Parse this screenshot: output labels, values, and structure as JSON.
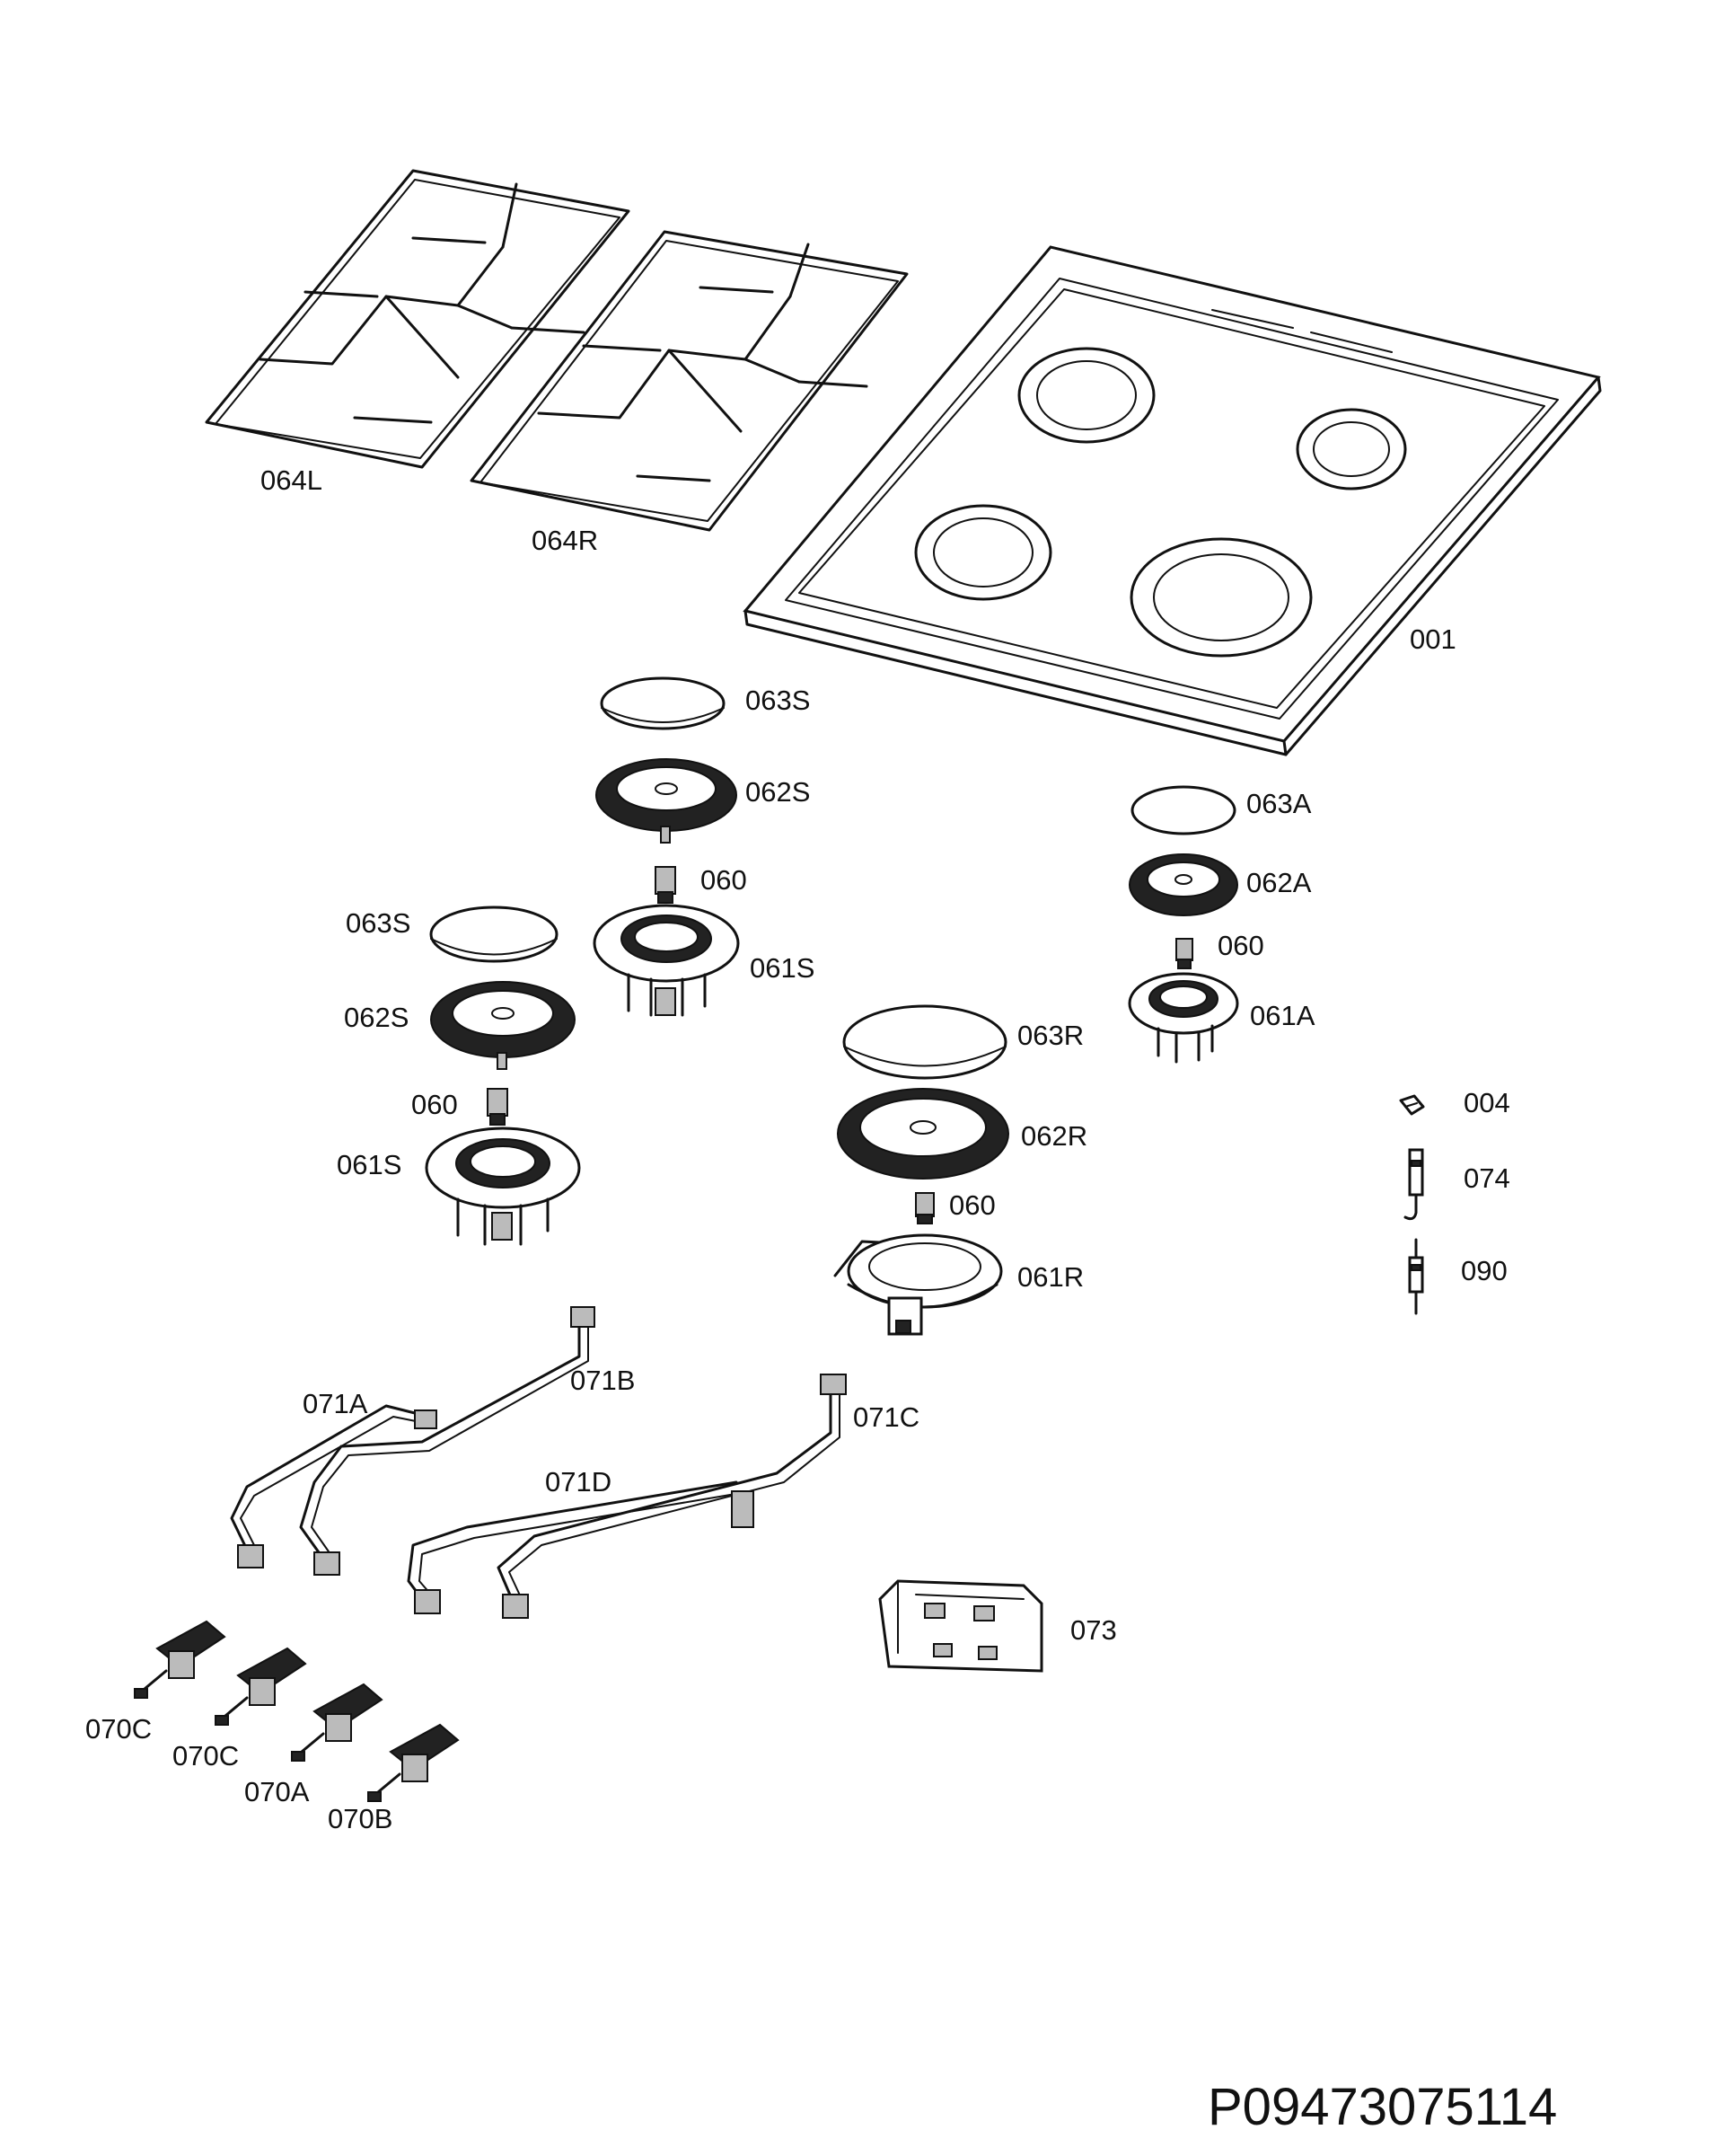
{
  "labels": {
    "p001": "001",
    "p064L": "064L",
    "p064R": "064R",
    "p063S_a": "063S",
    "p062S_a": "062S",
    "p060_a": "060",
    "p061S_a": "061S",
    "p063S_b": "063S",
    "p062S_b": "062S",
    "p060_b": "060",
    "p061S_b": "061S",
    "p063A": "063A",
    "p062A": "062A",
    "p060_c": "060",
    "p061A": "061A",
    "p063R": "063R",
    "p062R": "062R",
    "p060_d": "060",
    "p061R": "061R",
    "p004": "004",
    "p074": "074",
    "p090": "090",
    "p071A": "071A",
    "p071B": "071B",
    "p071C": "071C",
    "p071D": "071D",
    "p073": "073",
    "p070C_a": "070C",
    "p070C_b": "070C",
    "p070A": "070A",
    "p070B": "070B"
  },
  "document_code": "P09473075114"
}
